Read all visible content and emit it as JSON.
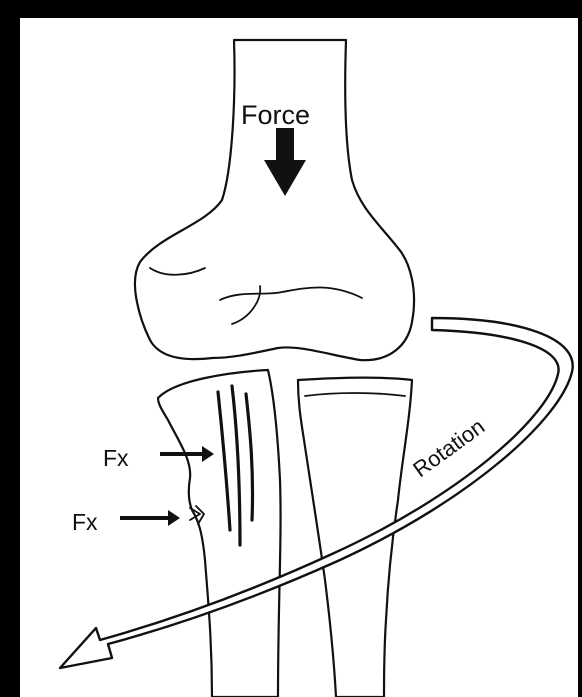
{
  "labels": {
    "force": "Force",
    "rotation": "Rotation",
    "fx_upper": "Fx",
    "fx_lower": "Fx"
  },
  "colors": {
    "frame": "#000000",
    "paper": "#ffffff",
    "ink": "#111111"
  },
  "icons": {
    "force_arrow": "down-arrow-icon",
    "fx_arrow": "right-arrow-icon",
    "rotation_arrow": "curved-arrow-icon"
  }
}
